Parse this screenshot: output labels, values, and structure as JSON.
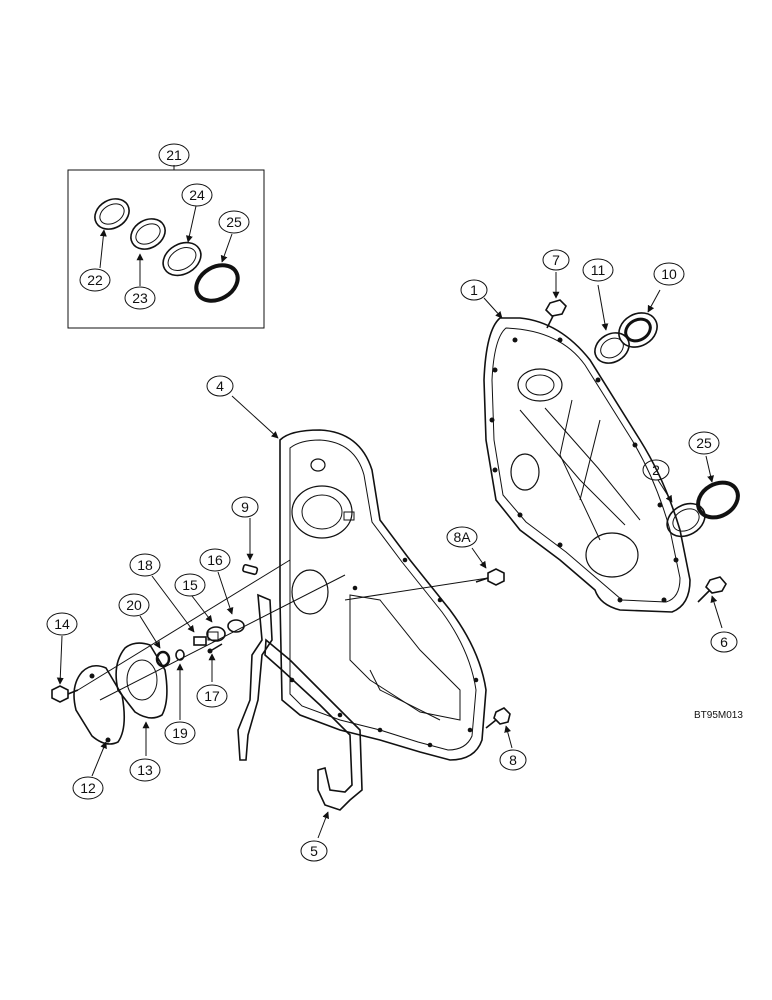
{
  "diagram": {
    "code": "BT95M013",
    "callouts": [
      "1",
      "2",
      "4",
      "5",
      "6",
      "7",
      "8",
      "8A",
      "9",
      "10",
      "11",
      "12",
      "13",
      "14",
      "15",
      "16",
      "17",
      "18",
      "19",
      "20",
      "21",
      "22",
      "23",
      "24",
      "25",
      "25"
    ]
  }
}
